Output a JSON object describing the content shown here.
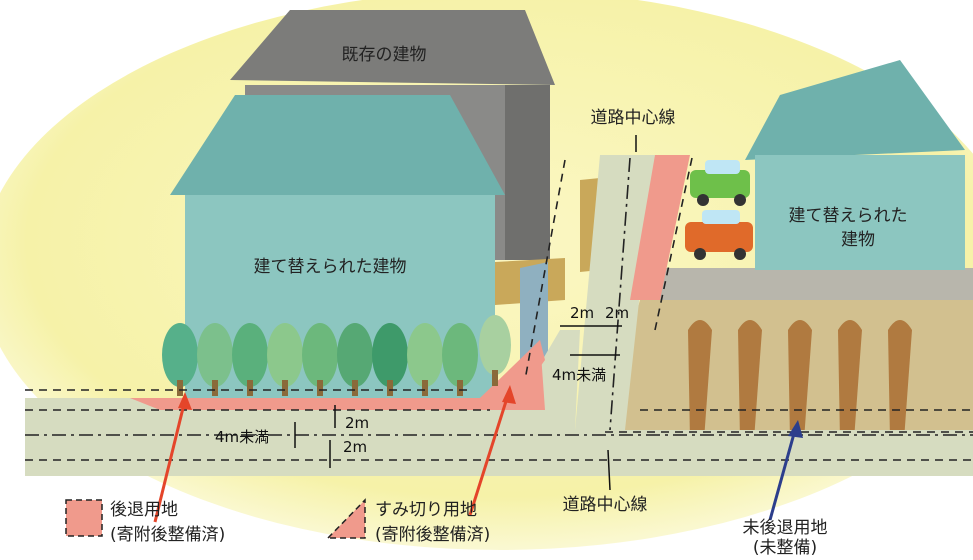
{
  "labels": {
    "existing_building": "既存の建物",
    "rebuilt_left_line1": "建て替えられた建物",
    "rebuilt_right_line1": "建て替えられた",
    "rebuilt_right_line2": "建物",
    "road_center_top": "道路中心線",
    "road_center_bottom": "道路中心線"
  },
  "dimensions": {
    "upper_2m_left": "2m",
    "upper_2m_right": "2m",
    "upper_under_4m": "4m未満",
    "lower_under_4m": "4m未満",
    "lower_2m_top": "2m",
    "lower_2m_bottom": "2m"
  },
  "legend": {
    "setback_title": "後退用地",
    "setback_note": "(寄附後整備済)",
    "corner_title": "すみ切り用地",
    "corner_note": "(寄附後整備済)",
    "unsetback_title": "未後退用地",
    "unsetback_note": "(未整備)"
  },
  "colors": {
    "background_glow": "#fbf7c4",
    "road": "#d6dcc0",
    "setback_pink": "#f09a8c",
    "building_teal": "#8cc6c0",
    "existing_gray": "#8a8a88",
    "field": "#d2c08f",
    "arrow_red": "#e4452a",
    "arrow_blue": "#2c3e8c"
  }
}
